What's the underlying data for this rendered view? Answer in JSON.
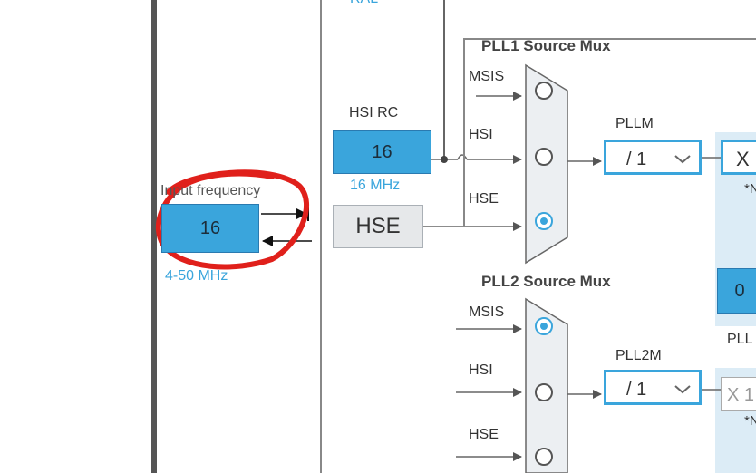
{
  "left_panel": {
    "input_label": "Input frequency",
    "input_value": "16",
    "input_range": "4-50 MHz"
  },
  "hsi_rc": {
    "label": "HSI RC",
    "value": "16",
    "freq": "16 MHz"
  },
  "hse": {
    "label": "HSE"
  },
  "top_partial_label": "RAL",
  "pll1_mux": {
    "title": "PLL1 Source Mux",
    "inputs": [
      "MSIS",
      "HSI",
      "HSE"
    ],
    "selected": "HSE"
  },
  "pll2_mux": {
    "title": "PLL2 Source Mux",
    "inputs": [
      "MSIS",
      "HSI",
      "HSE"
    ],
    "selected": "MSIS"
  },
  "pllm": {
    "label": "PLLM",
    "value": "/ 1"
  },
  "pll2m": {
    "label": "PLL2M",
    "value": "/ 1"
  },
  "right_partial": {
    "x_label": "X",
    "x1_label": "X 1",
    "star_n_1": "*N",
    "star_n_2": "*N",
    "zero_value": "0",
    "pll_cut": "PLL"
  },
  "colors": {
    "accent": "#3aa5dc",
    "annotation": "#e0201b",
    "panel": "#dcecf6"
  }
}
